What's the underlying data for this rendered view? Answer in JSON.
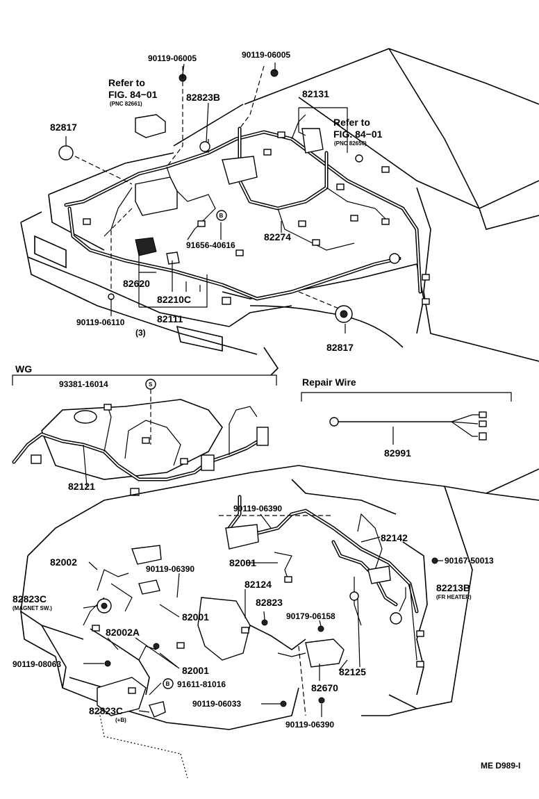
{
  "top": {
    "labels": {
      "p90119_06005_a": "90119-06005",
      "p90119_06005_b": "90119-06005",
      "refer1": "Refer to",
      "fig1": "FIG. 84−01",
      "pnc1": "(PNC 82661)",
      "p82823B": "82823B",
      "p82131": "82131",
      "refer2": "Refer to",
      "fig2": "FIG. 84−01",
      "pnc2": "(PNC 82650)",
      "p82817_a": "82817",
      "p91656_40616": "91656-40616",
      "p82274": "82274",
      "p82620": "82620",
      "p82210C": "82210C",
      "p82111": "82111",
      "p90119_06110": "90119-06110",
      "qty3": "(3)",
      "p82817_b": "82817",
      "b_mark": "B"
    }
  },
  "wg": {
    "title": "WG",
    "p93381_16014": "93381-16014",
    "s_mark": "S",
    "p82121": "82121"
  },
  "repair": {
    "title": "Repair Wire",
    "p82991": "82991"
  },
  "bottom": {
    "labels": {
      "p90119_06390_a": "90119-06390",
      "p82142": "82142",
      "p90167_50013": "90167-50013",
      "p82002": "82002",
      "p90119_06390_b": "90119-06390",
      "p82001_a": "82001",
      "p82124": "82124",
      "p82213B": "82213B",
      "fr_heater": "(FR HEATER)",
      "p82823C_a": "82823C",
      "magnet": "(MAGNET SW.)",
      "p82823": "82823",
      "p82001_b": "82001",
      "p90179_06158": "90179-06158",
      "p82002A": "82002A",
      "p90119_08063": "90119-08063",
      "p82001_c": "82001",
      "p82125": "82125",
      "p91611_81016": "91611-81016",
      "b_mark": "B",
      "p82670": "82670",
      "p90119_06033": "90119-06033",
      "p82823C_b": "82823C",
      "plus_b": "(+B)",
      "p90119_06390_c": "90119-06390"
    }
  },
  "code": "ME D989-I"
}
